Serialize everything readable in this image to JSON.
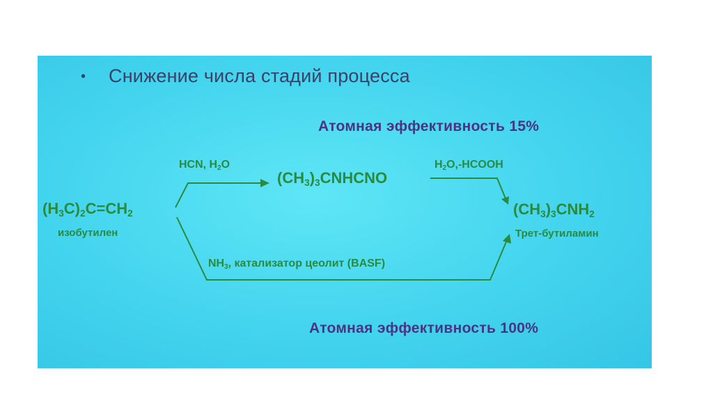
{
  "slide": {
    "bullet_symbol": "•",
    "heading": "Снижение числа стадий процесса",
    "efficiency_top": "Атомная эффективность 15%",
    "efficiency_bottom": "Атомная эффективность 100%"
  },
  "reactant": {
    "name": "изобутилен"
  },
  "product": {
    "name": "Трет-бутиламин"
  },
  "route_1": {
    "cond_step1_a": "HCN, H",
    "cond_step1_sub": "2",
    "cond_step1_b": "O",
    "cond_step2_a": "H",
    "cond_step2_sub": "2",
    "cond_step2_b": "O,-HCOOH"
  },
  "route_2": {
    "cond_a": "NH",
    "cond_sub": "3",
    "cond_b": ", катализатор цеолит (BASF)"
  },
  "formula_parts": {
    "r_1": "(H",
    "r_2": "3",
    "r_3": "C)",
    "r_4": "2",
    "r_5": "C=CH",
    "r_6": "2",
    "i_1": "(CH",
    "i_2": "3",
    "i_3": ")",
    "i_4": "3",
    "i_5": "CNHCNO",
    "p_1": "(CH",
    "p_2": "3",
    "p_3": ")",
    "p_4": "3",
    "p_5": "CNH",
    "p_6": "2"
  },
  "colors": {
    "slide_background": "#43d4ee",
    "heading_text": "#3c3f66",
    "efficiency_text": "#4e3282",
    "chemistry_text": "#2a8a3e"
  }
}
